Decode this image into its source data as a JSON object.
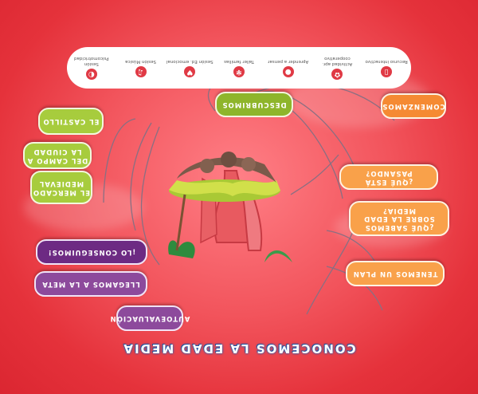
{
  "title": "CONOCEMOS LA EDAD MEDIA",
  "center_node": "DESCUBRIMOS",
  "orange_nodes": [
    "COMENZAMOS",
    "¿QUÉ ESTÁ PASANDO?",
    "¿QUÉ SABEMOS SOBRE LA EDAD MEDIA?",
    "TENEMOS UN PLAN"
  ],
  "purple_nodes": [
    "AUTOEVALUACIÓN",
    "LLEGAMOS A LA META",
    "¡LO CONSEGUIMOS!"
  ],
  "green_nodes": [
    "EL MERCADO MEDIEVAL",
    "DEL CAMPO A LA CIUDAD",
    "EL CASTILLO"
  ],
  "legend": [
    {
      "icon": "tablet-icon",
      "label": "Recurso interactivo",
      "glyph": "▯"
    },
    {
      "icon": "group-icon",
      "label": "Actividad apr. cooperativo",
      "glyph": "✿"
    },
    {
      "icon": "drop-icon",
      "label": "Aprender a pensar",
      "glyph": "●"
    },
    {
      "icon": "family-icon",
      "label": "Taller familias",
      "glyph": "✾"
    },
    {
      "icon": "heart-icon",
      "label": "Sesión Ed. emocional",
      "glyph": "♥"
    },
    {
      "icon": "music-icon",
      "label": "Sesión Música",
      "glyph": "♫"
    },
    {
      "icon": "psycho-icon",
      "label": "Sesión Psicomotricidad",
      "glyph": "◐"
    }
  ],
  "colors": {
    "orange": "#f9a14a",
    "purple": "#8d4a9c",
    "green": "#a7cc3d",
    "title_outline": "#2a64b0"
  }
}
